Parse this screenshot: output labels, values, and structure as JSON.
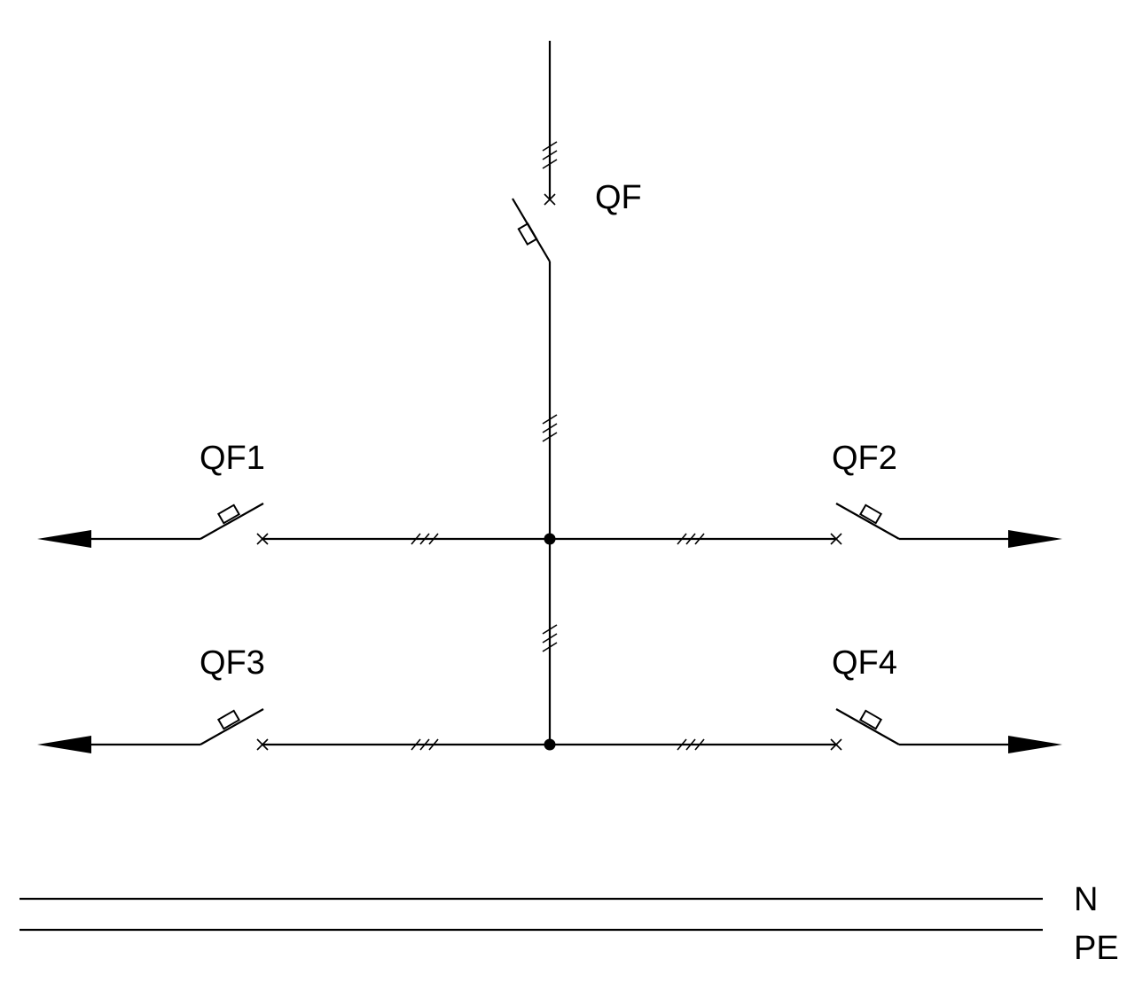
{
  "diagram": {
    "breakers": {
      "main": "QF",
      "qf1": "QF1",
      "qf2": "QF2",
      "qf3": "QF3",
      "qf4": "QF4"
    },
    "conductors": {
      "neutral": "N",
      "protective_earth": "PE"
    },
    "colors": {
      "line": "#000000",
      "background": "#ffffff"
    }
  }
}
